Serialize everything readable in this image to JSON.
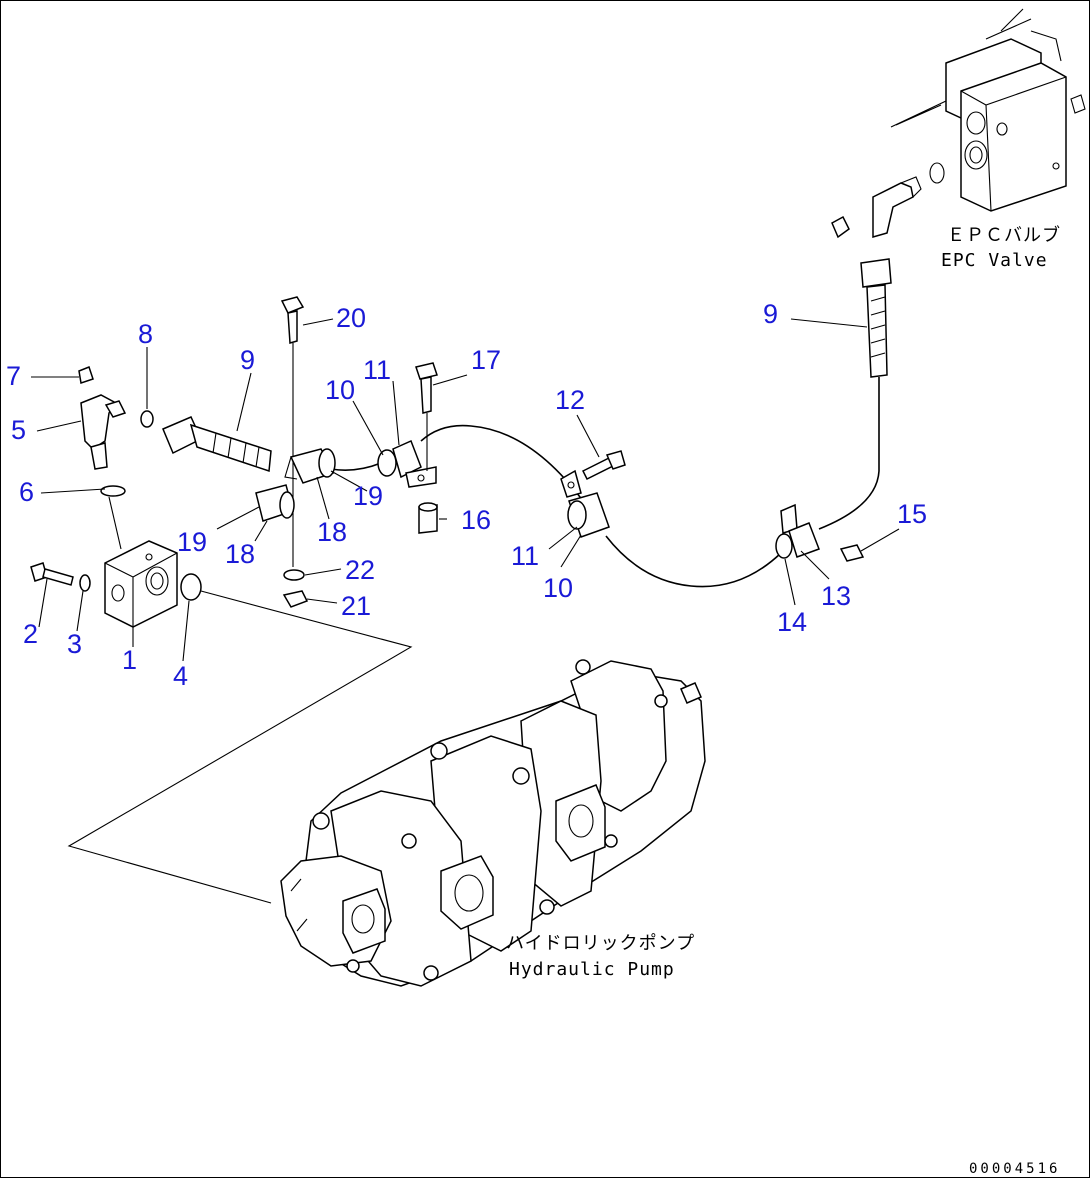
{
  "diagram": {
    "labels": {
      "epc_valve_jp": "ＥＰＣバルブ",
      "epc_valve_en": "EPC Valve",
      "pump_jp": "ハイドロリックポンプ",
      "pump_en": "Hydraulic Pump",
      "drawing_code": "00004516"
    },
    "callouts": [
      {
        "id": "c20",
        "text": "20"
      },
      {
        "id": "c8",
        "text": "8"
      },
      {
        "id": "c9a",
        "text": "9"
      },
      {
        "id": "c7",
        "text": "7"
      },
      {
        "id": "c5",
        "text": "5"
      },
      {
        "id": "c6",
        "text": "6"
      },
      {
        "id": "c2",
        "text": "2"
      },
      {
        "id": "c3",
        "text": "3"
      },
      {
        "id": "c1",
        "text": "1"
      },
      {
        "id": "c4",
        "text": "4"
      },
      {
        "id": "c19a",
        "text": "19"
      },
      {
        "id": "c18a",
        "text": "18"
      },
      {
        "id": "c10a",
        "text": "10"
      },
      {
        "id": "c11a",
        "text": "11"
      },
      {
        "id": "c17",
        "text": "17"
      },
      {
        "id": "c19b",
        "text": "19"
      },
      {
        "id": "c18b",
        "text": "18"
      },
      {
        "id": "c16",
        "text": "16"
      },
      {
        "id": "c22",
        "text": "22"
      },
      {
        "id": "c21",
        "text": "21"
      },
      {
        "id": "c12",
        "text": "12"
      },
      {
        "id": "c11b",
        "text": "11"
      },
      {
        "id": "c10b",
        "text": "10"
      },
      {
        "id": "c9b",
        "text": "9"
      },
      {
        "id": "c15",
        "text": "15"
      },
      {
        "id": "c13",
        "text": "13"
      },
      {
        "id": "c14",
        "text": "14"
      }
    ]
  }
}
